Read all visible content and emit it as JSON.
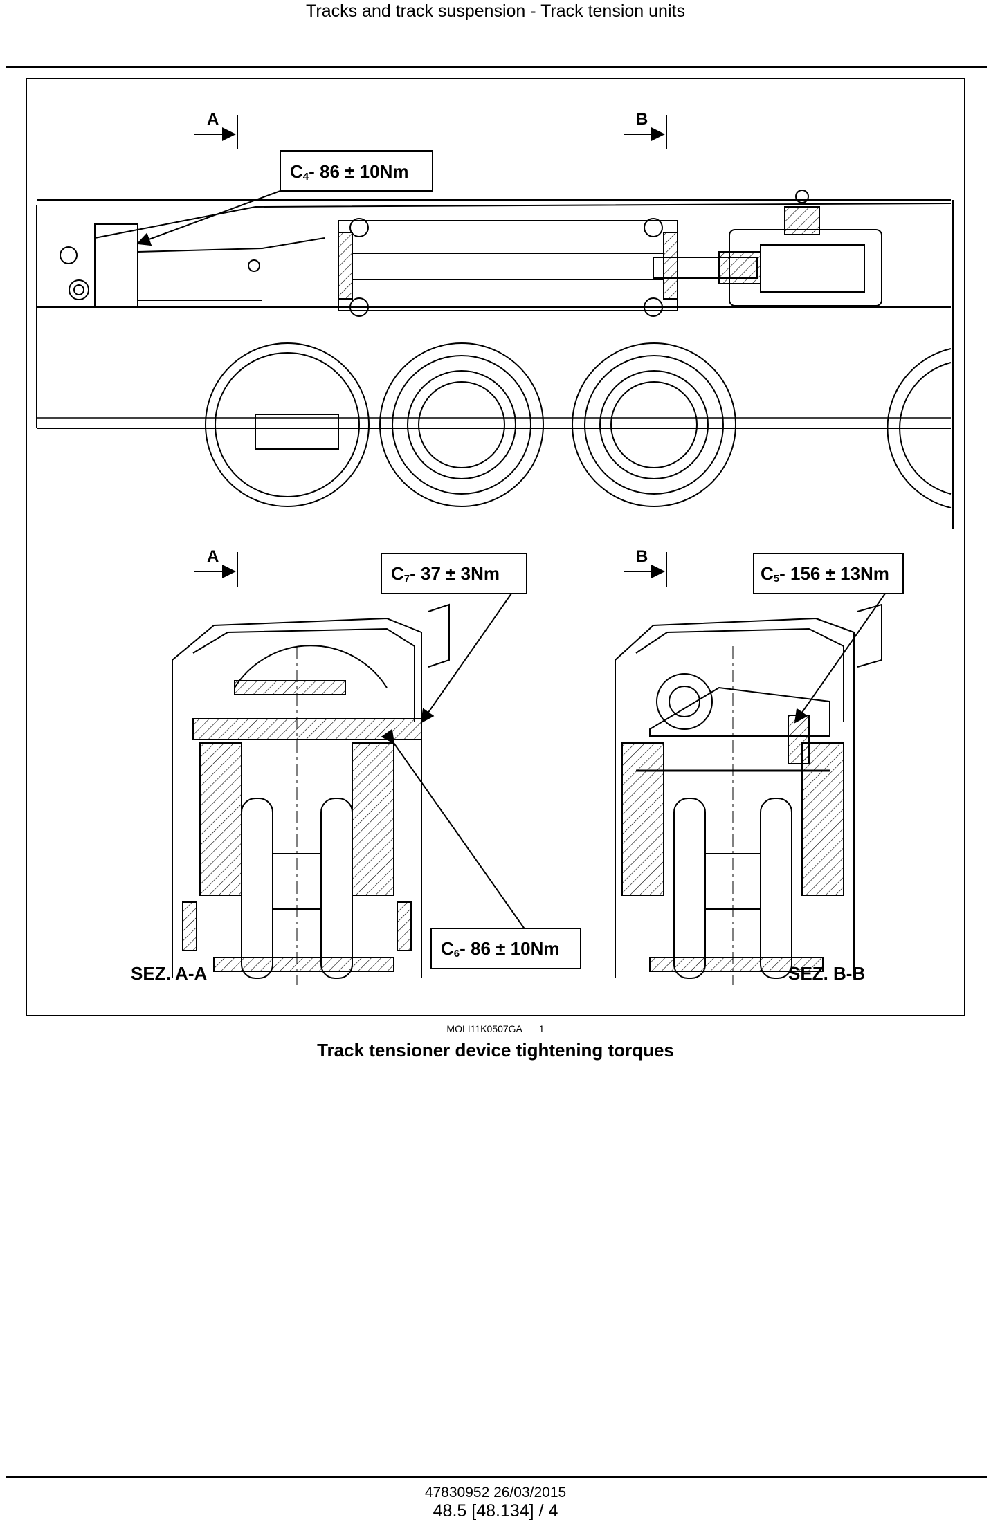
{
  "header": {
    "title": "Tracks and track suspension - Track tension units"
  },
  "figure": {
    "section_markers": [
      "A",
      "B",
      "A",
      "B"
    ],
    "callouts": {
      "c4": {
        "code": "C",
        "sub": "4",
        "value": "- 86 ± 10Nm"
      },
      "c7": {
        "code": "C",
        "sub": "7",
        "value": "- 37 ± 3Nm"
      },
      "c5": {
        "code": "C",
        "sub": "5",
        "value": "- 156 ± 13Nm"
      },
      "c6": {
        "code": "C",
        "sub": "6",
        "value": "- 86 ± 10Nm"
      }
    },
    "section_labels": {
      "left": "SEZ. A-A",
      "right": "SEZ. B-B"
    }
  },
  "caption": {
    "code": "MOLI11K0507GA",
    "number": "1",
    "title": "Track tensioner device tightening torques"
  },
  "footer": {
    "doc_ref": "47830952 26/03/2015",
    "page": "48.5 [48.134] / 4"
  }
}
